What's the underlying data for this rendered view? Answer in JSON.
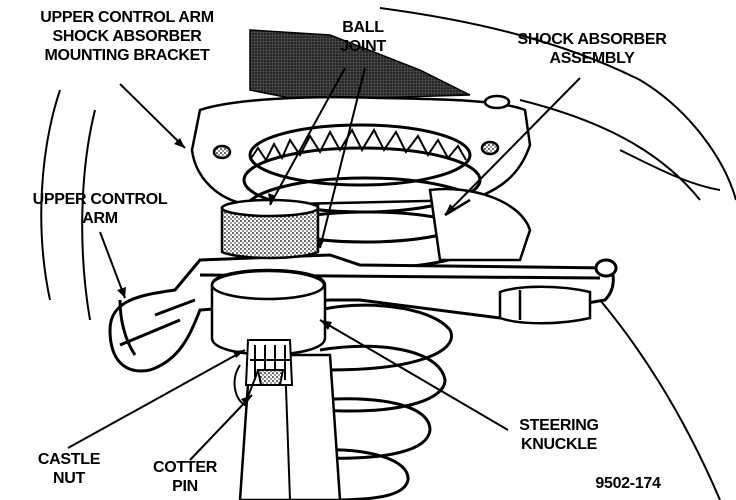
{
  "labels": {
    "upper_control_arm_bracket": [
      "UPPER CONTROL ARM",
      "SHOCK ABSORBER",
      "MOUNTING BRACKET"
    ],
    "ball_joint": [
      "BALL",
      "JOINT"
    ],
    "shock_absorber_assembly": [
      "SHOCK ABSORBER",
      "ASSEMBLY"
    ],
    "upper_control_arm": [
      "UPPER CONTROL",
      "ARM"
    ],
    "castle_nut": [
      "CASTLE",
      "NUT"
    ],
    "cotter_pin": [
      "COTTER",
      "PIN"
    ],
    "steering_knuckle": [
      "STEERING",
      "KNUCKLE"
    ],
    "figure_number": "9502-174"
  }
}
